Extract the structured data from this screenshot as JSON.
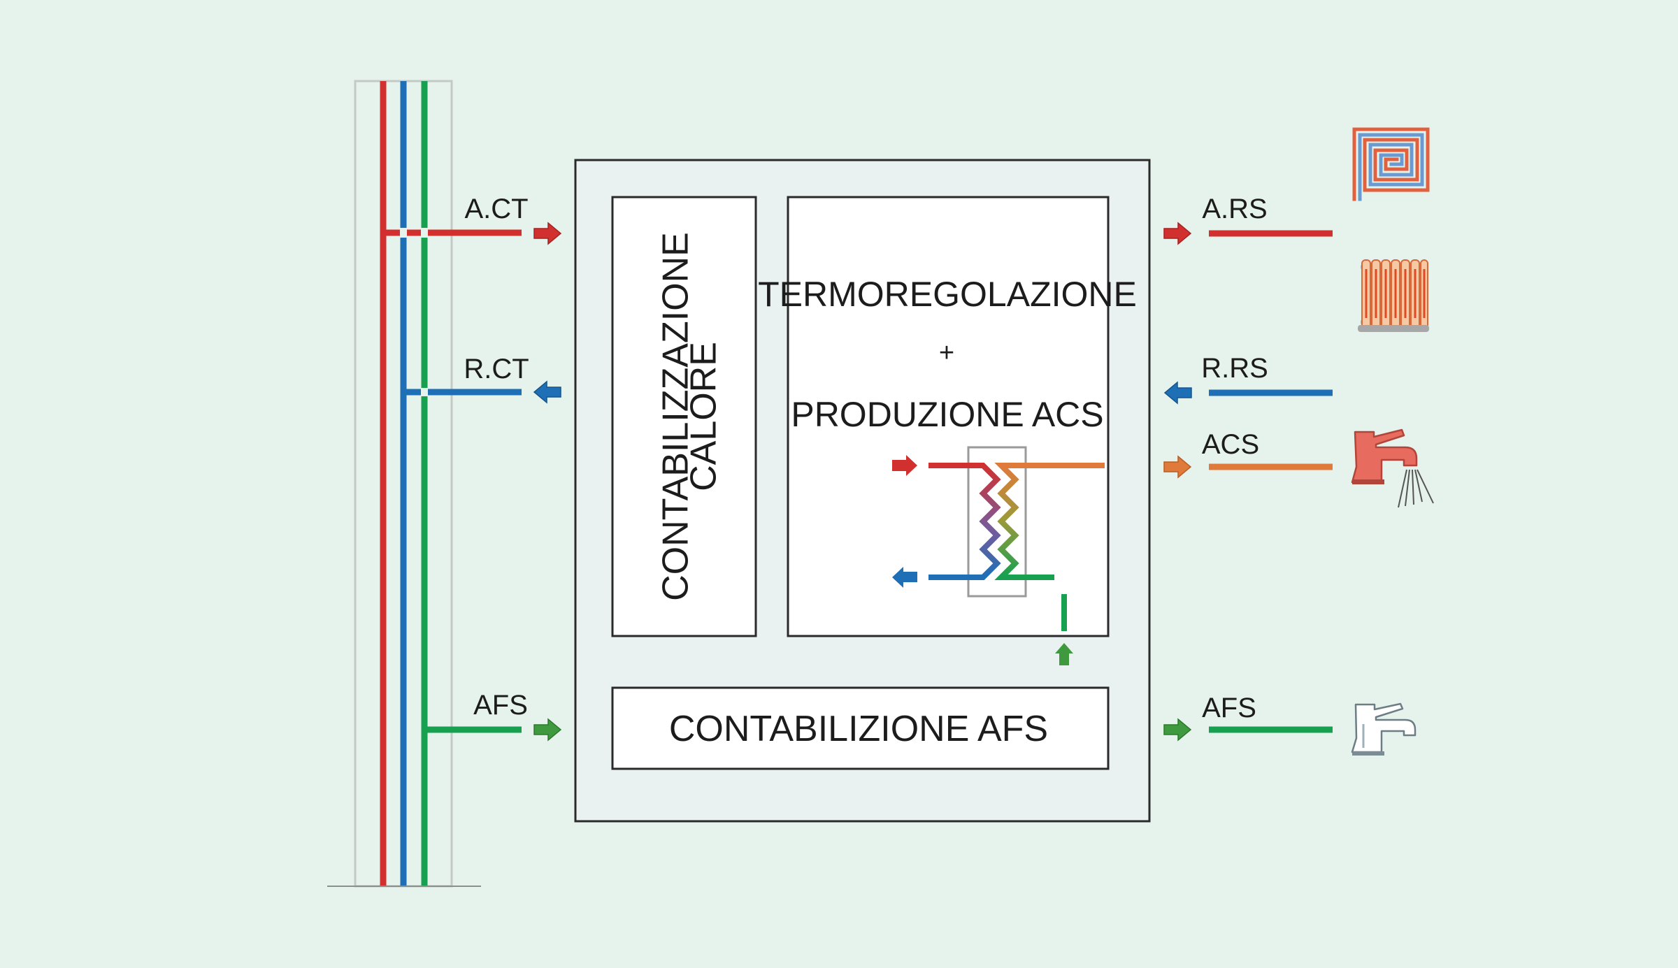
{
  "labels": {
    "act": "A.CT",
    "rct": "R.CT",
    "afs_in": "AFS",
    "ars": "A.RS",
    "rrs": "R.RS",
    "acs": "ACS",
    "afs_out": "AFS"
  },
  "blocks": {
    "contabilizzazione_line1": "CONTABILIZZAZIONE",
    "contabilizzazione_line2": "CALORE",
    "termo_line1": "TERMOREGOLAZIONE",
    "termo_plus": "+",
    "termo_line2": "PRODUZIONE ACS",
    "afs_block": "CONTABILIZIONE AFS"
  },
  "icons": {
    "floor_heating": "floor-heating-coil-icon",
    "radiator": "radiator-icon",
    "hot_tap": "hot-water-tap-icon",
    "cold_tap": "cold-water-tap-icon",
    "heat_exchanger": "plate-heat-exchanger-icon"
  },
  "colors": {
    "background": "#e6f3ec",
    "hot_supply": "#d1302e",
    "return": "#1e6fb5",
    "cold_water": "#17a050",
    "hot_water": "#e07a3a",
    "frame": "#2a2a2a"
  }
}
